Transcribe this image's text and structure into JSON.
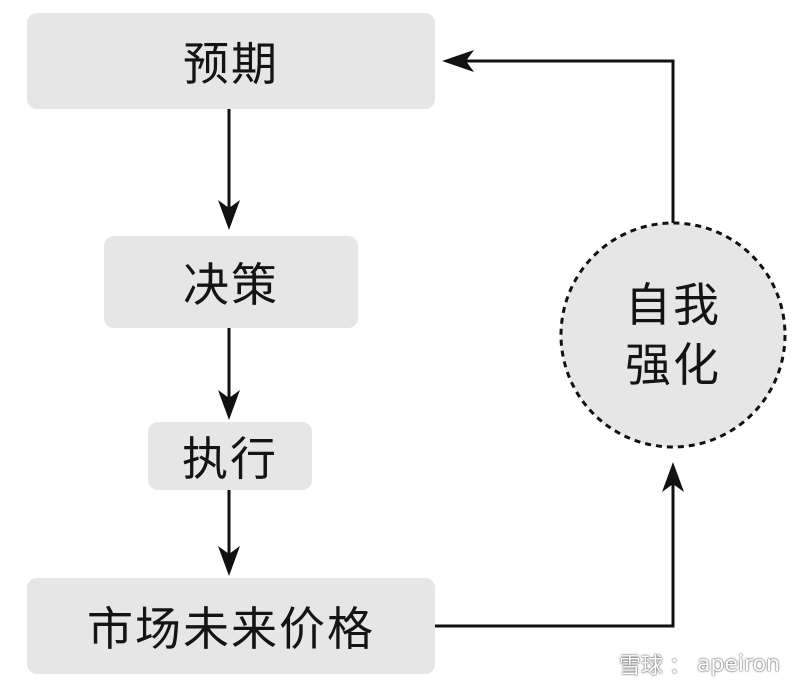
{
  "diagram": {
    "nodes": {
      "expectation": "预期",
      "decision": "决策",
      "execution": "执行",
      "market_price": "市场未来价格",
      "self_reinforce_line1": "自我",
      "self_reinforce_line2": "强化"
    },
    "watermark": {
      "brand": "雪球",
      "separator": "：",
      "user": "apeiron"
    }
  },
  "colors": {
    "box_fill": "#e6e6e6",
    "text": "#141414",
    "line": "#111111"
  }
}
